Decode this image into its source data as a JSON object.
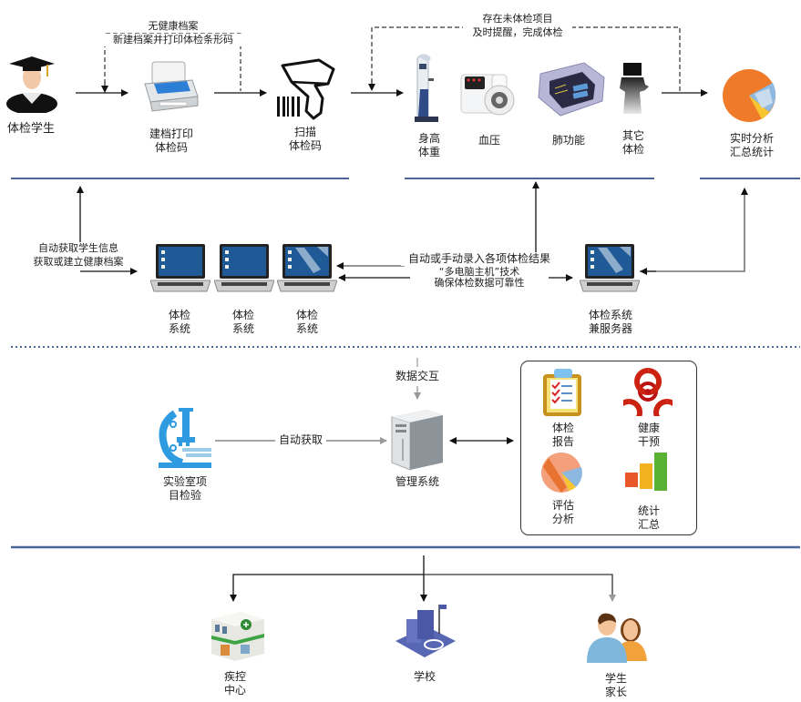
{
  "row1": {
    "student": {
      "label": "体检学生",
      "icon": "graduate-student-icon"
    },
    "print": {
      "label_line1": "建档打印",
      "label_line2": "体检码",
      "icon": "printer-icon"
    },
    "no_record_note": {
      "line1": "无健康档案",
      "line2": "新建档案并打印体检条形码"
    },
    "scan": {
      "label_line1": "扫描",
      "label_line2": "体检码",
      "icon": "barcode-scanner-icon"
    },
    "reminder_note": {
      "line1": "存在未体检项目",
      "line2": "及时提醒，完成体检"
    },
    "devices": [
      {
        "label_line1": "身高",
        "label_line2": "体重",
        "icon": "height-weight-scale-icon"
      },
      {
        "label_line1": "血压",
        "label_line2": "",
        "icon": "blood-pressure-monitor-icon"
      },
      {
        "label_line1": "肺功能",
        "label_line2": "",
        "icon": "spirometer-icon"
      },
      {
        "label_line1": "其它",
        "label_line2": "体检",
        "icon": "other-device-icon"
      }
    ],
    "analysis": {
      "label_line1": "实时分析",
      "label_line2": "汇总统计",
      "icon": "pie-chart-icon"
    }
  },
  "row2": {
    "left_note": {
      "line1": "自动获取学生信息",
      "line2": "获取或建立健康档案"
    },
    "laptops": [
      {
        "label_line1": "体检",
        "label_line2": "系统"
      },
      {
        "label_line1": "体检",
        "label_line2": "系统"
      },
      {
        "label_line1": "体检",
        "label_line2": "系统"
      }
    ],
    "center_note": {
      "line1": "自动或手动录入各项体检结果",
      "line2": "“多电脑主机”技术",
      "line3": "确保体检数据可靠性"
    },
    "server_laptop": {
      "label_line1": "体检系统",
      "label_line2": "兼服务器"
    }
  },
  "row3": {
    "lab": {
      "label_line1": "实验室项",
      "label_line2": "目检验",
      "icon": "microscope-icon"
    },
    "auto_fetch": "自动获取",
    "data_exchange": "数据交互",
    "management": {
      "label": "管理系统",
      "icon": "server-tower-icon"
    },
    "panel_items": [
      {
        "label_line1": "体检",
        "label_line2": "报告",
        "icon": "clipboard-report-icon"
      },
      {
        "label_line1": "健康",
        "label_line2": "干预",
        "icon": "biohazard-icon"
      },
      {
        "label_line1": "评估",
        "label_line2": "分析",
        "icon": "pie-chart-icon"
      },
      {
        "label_line1": "统计",
        "label_line2": "汇总",
        "icon": "bar-chart-icon"
      }
    ]
  },
  "row4": {
    "targets": [
      {
        "label_line1": "疾控",
        "label_line2": "中心",
        "icon": "clinic-building-icon"
      },
      {
        "label_line1": "学校",
        "label_line2": "",
        "icon": "school-building-icon"
      },
      {
        "label_line1": "学生",
        "label_line2": "家长",
        "icon": "parents-icon"
      }
    ]
  },
  "colors": {
    "divider": "#4a6598",
    "arrow": "#111111",
    "gray_arrow": "#888888"
  }
}
